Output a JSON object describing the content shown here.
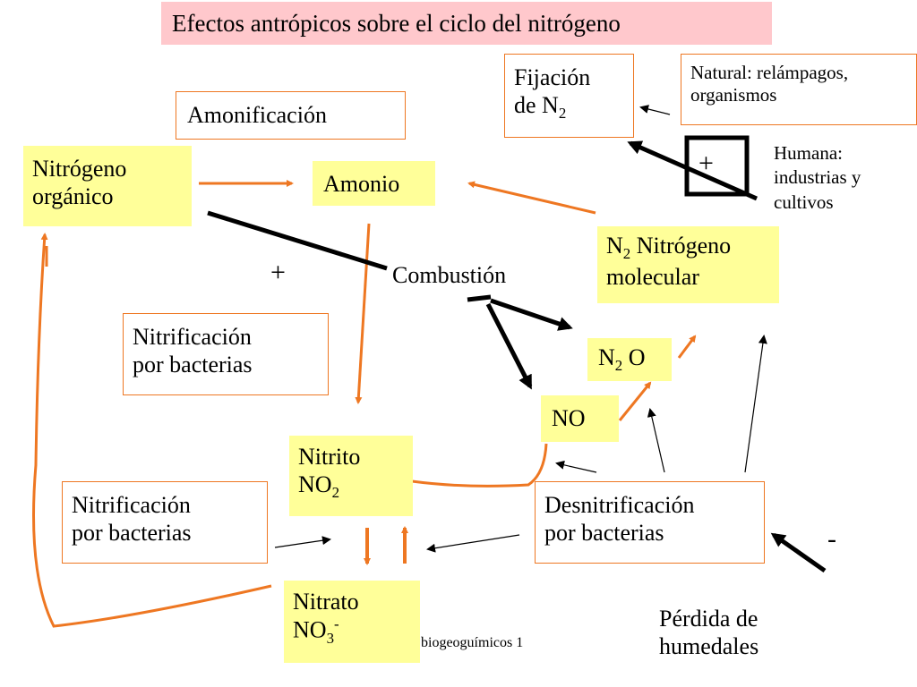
{
  "title": "Efectos antrópicos sobre el ciclo del nitrógeno",
  "nodes": {
    "fijacion": {
      "line1": "Fijación",
      "line2": "de N",
      "sub": "2"
    },
    "natural": {
      "line1": "Natural: relámpagos,",
      "line2": "organismos"
    },
    "humana": {
      "line1": "Humana:",
      "line2": "industrias y",
      "line3": "cultivos"
    },
    "amonificacion": "Amonificación",
    "nitrogeno_organico": {
      "line1": "Nitrógeno",
      "line2": "orgánico"
    },
    "amonio": "Amonio",
    "n2_molecular": {
      "pre": "N",
      "sub": "2",
      "line1": " Nitrógeno",
      "line2": "molecular"
    },
    "combustion": "Combustión",
    "plus_left": "+",
    "plus_box": "+",
    "minus": "-",
    "nitrificacion_1": {
      "line1": "Nitrificación",
      "line2": "por bacterias"
    },
    "nitrificacion_2": {
      "line1": "Nitrificación",
      "line2": "por bacterias"
    },
    "n2o": {
      "pre": "N",
      "sub": "2",
      "post": " O"
    },
    "no": "NO",
    "nitrito": {
      "line1": "Nitrito",
      "line2": "NO",
      "sub": "2"
    },
    "nitrato": {
      "line1": "Nitrato",
      "line2": "NO",
      "sub": "3",
      "sup": "-"
    },
    "desnitrificacion": {
      "line1": "Desnitrificación",
      "line2": "por bacterias"
    },
    "perdida": {
      "line1": "Pérdida de",
      "line2": "humedales"
    },
    "footer": "biogeoguímicos 1"
  },
  "colors": {
    "orange": "#ee7722",
    "yellow": "#ffff99",
    "title_bg": "#ffc8cc",
    "black": "#000000"
  }
}
